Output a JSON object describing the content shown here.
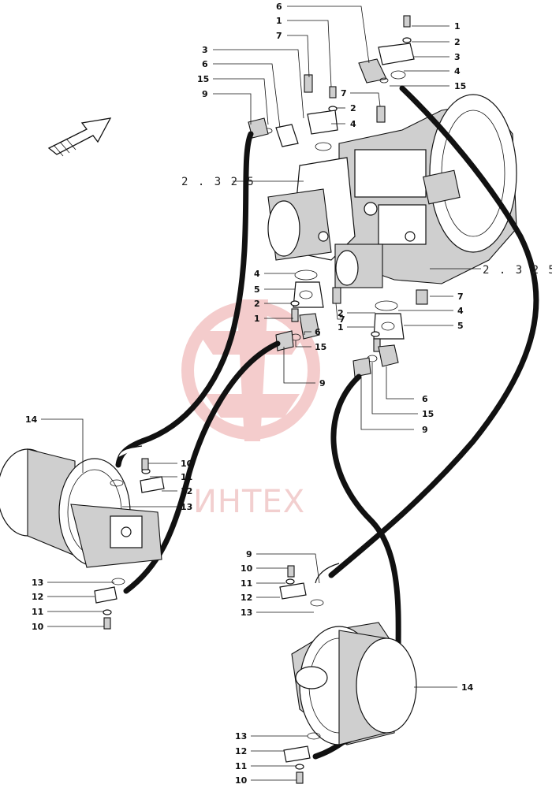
{
  "watermark": "ИНТЕХ",
  "references": {
    "ref_a": "2 . 3 2 5",
    "ref_b": "2 . 3 2 5"
  },
  "callouts": [
    "6",
    "1",
    "7",
    "3",
    "6",
    "15",
    "9",
    "1",
    "2",
    "3",
    "4",
    "15",
    "7",
    "2",
    "4",
    "4",
    "5",
    "2",
    "1",
    "6",
    "15",
    "9",
    "7",
    "7",
    "4",
    "5",
    "2",
    "1",
    "6",
    "15",
    "9",
    "14",
    "10",
    "11",
    "12",
    "13",
    "13",
    "12",
    "11",
    "10",
    "9",
    "10",
    "11",
    "12",
    "13",
    "14",
    "13",
    "12",
    "11",
    "10"
  ]
}
